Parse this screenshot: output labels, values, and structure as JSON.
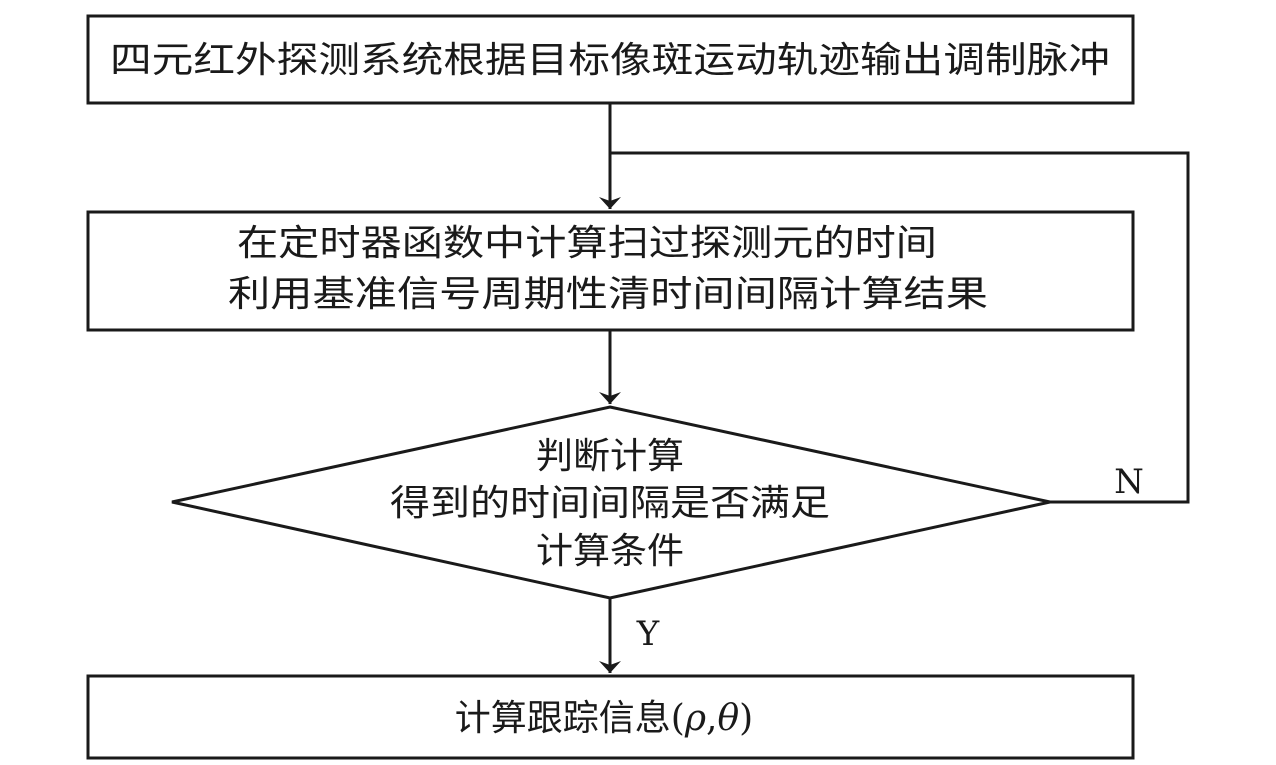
{
  "flowchart": {
    "step1": {
      "text": "四元红外探测系统根据目标像斑运动轨迹输出调制脉冲"
    },
    "step2": {
      "line1": "在定时器函数中计算扫过探测元的时间",
      "line2": "利用基准信号周期性清时间间隔计算结果"
    },
    "decision": {
      "line1": "判断计算",
      "line2": "得到的时间间隔是否满足",
      "line3": "计算条件"
    },
    "step3": {
      "prefix": "计算跟踪信息(",
      "rho": "ρ",
      "comma": ",",
      "theta": "θ",
      "suffix": ")"
    },
    "labels": {
      "no": "N",
      "yes": "Y"
    }
  }
}
